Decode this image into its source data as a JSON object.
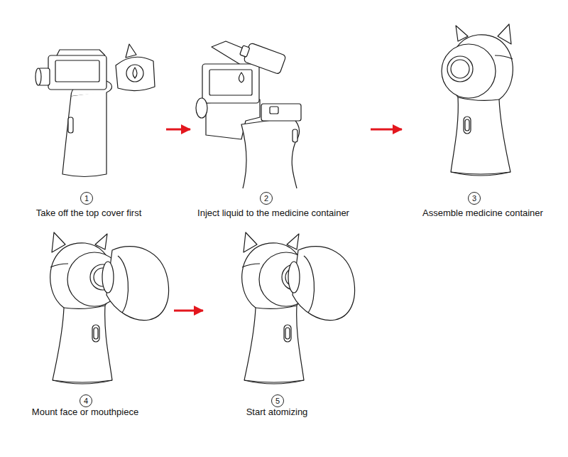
{
  "diagram": {
    "nodes": [
      {
        "text": [
          "1",
          "Take off the top cover first"
        ]
      },
      {
        "text": [
          "2",
          "Inject liquid to the medicine container"
        ]
      },
      {
        "text": [
          "3",
          "Assemble medicine container"
        ]
      },
      {
        "text": [
          "4",
          "Mount face or mouthpiece"
        ]
      },
      {
        "text": [
          "5",
          "Start atomizing"
        ]
      }
    ],
    "edges": [
      {
        "from": 0,
        "to": 1,
        "arrow": "to"
      },
      {
        "from": 1,
        "to": 2,
        "arrow": "to"
      },
      {
        "from": 3,
        "to": 4,
        "arrow": "to"
      }
    ]
  }
}
